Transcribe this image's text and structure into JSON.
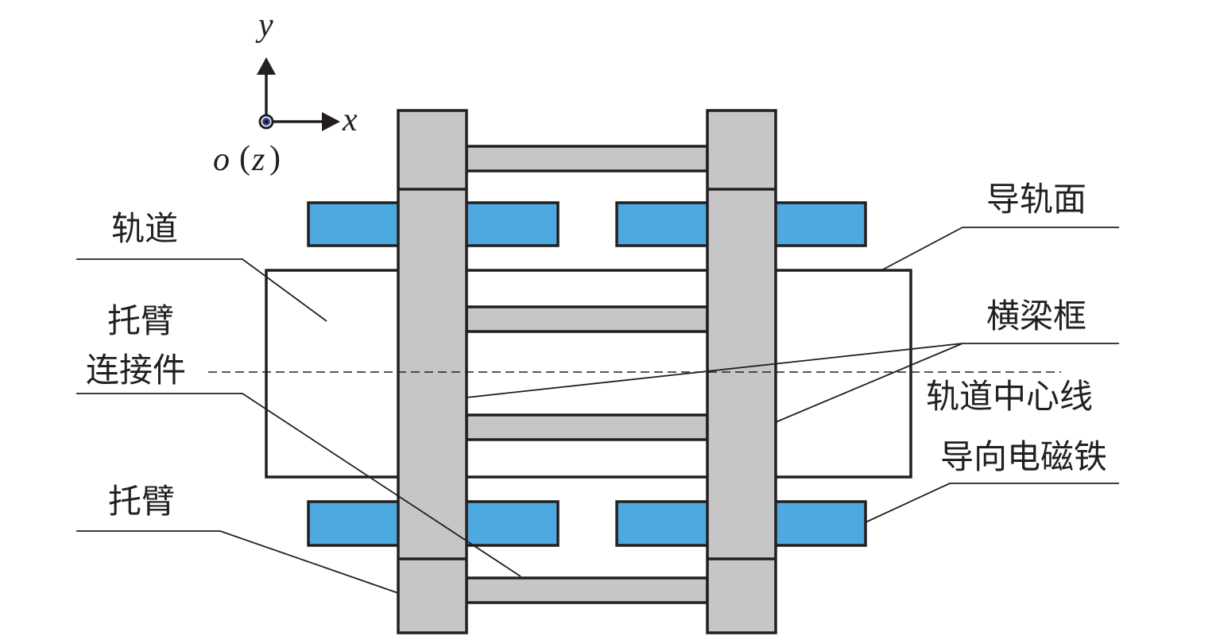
{
  "figure": {
    "type": "structural schematic",
    "axes": {
      "x_label": "x",
      "y_label": "y",
      "origin_label": "o",
      "z_label": "z",
      "z_paren_open": "(",
      "z_paren_close": ")"
    },
    "labels": {
      "track": "轨道",
      "bracket_connector_line1": "托臂",
      "bracket_connector_line2": "连接件",
      "bracket": "托臂",
      "guide_rail_surface": "导轨面",
      "crossbeam_frame": "横梁框",
      "track_centerline": "轨道中心线",
      "guide_electromagnet": "导向电磁铁"
    },
    "colors": {
      "outline": "#231f20",
      "component_gray": "#c6c6c6",
      "electromagnet_blue": "#4ea9e0",
      "background": "#ffffff"
    },
    "components": {
      "bracket_columns": 2,
      "crossbars": 4,
      "electromagnets": 4,
      "track_count": 1
    }
  }
}
